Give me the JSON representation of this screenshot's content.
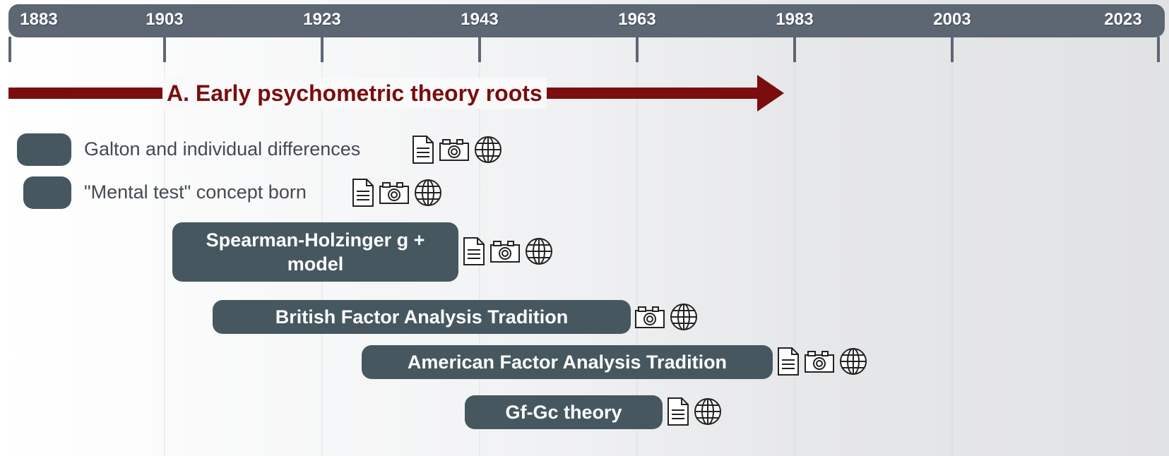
{
  "axis": {
    "years": [
      "1883",
      "1903",
      "1923",
      "1943",
      "1963",
      "1983",
      "2003",
      "2023"
    ]
  },
  "era": {
    "label": "A. Early psychometric theory roots",
    "color": "#7a0e0e"
  },
  "colors": {
    "axis_bar": "#5d6673",
    "event_bar": "#46575f"
  },
  "events": [
    {
      "label": "Galton and individual differences",
      "icons": [
        "document-icon",
        "camera-icon",
        "globe-icon"
      ]
    },
    {
      "label": "\"Mental test\" concept born",
      "icons": [
        "document-icon",
        "camera-icon",
        "globe-icon"
      ]
    },
    {
      "label": "Spearman-Holzinger g + model",
      "icons": [
        "document-icon",
        "camera-icon",
        "globe-icon"
      ]
    },
    {
      "label": "British Factor Analysis Tradition",
      "icons": [
        "camera-icon",
        "globe-icon"
      ]
    },
    {
      "label": "American Factor Analysis Tradition",
      "icons": [
        "document-icon",
        "camera-icon",
        "globe-icon"
      ]
    },
    {
      "label": "Gf-Gc theory",
      "icons": [
        "document-icon",
        "globe-icon"
      ]
    }
  ]
}
